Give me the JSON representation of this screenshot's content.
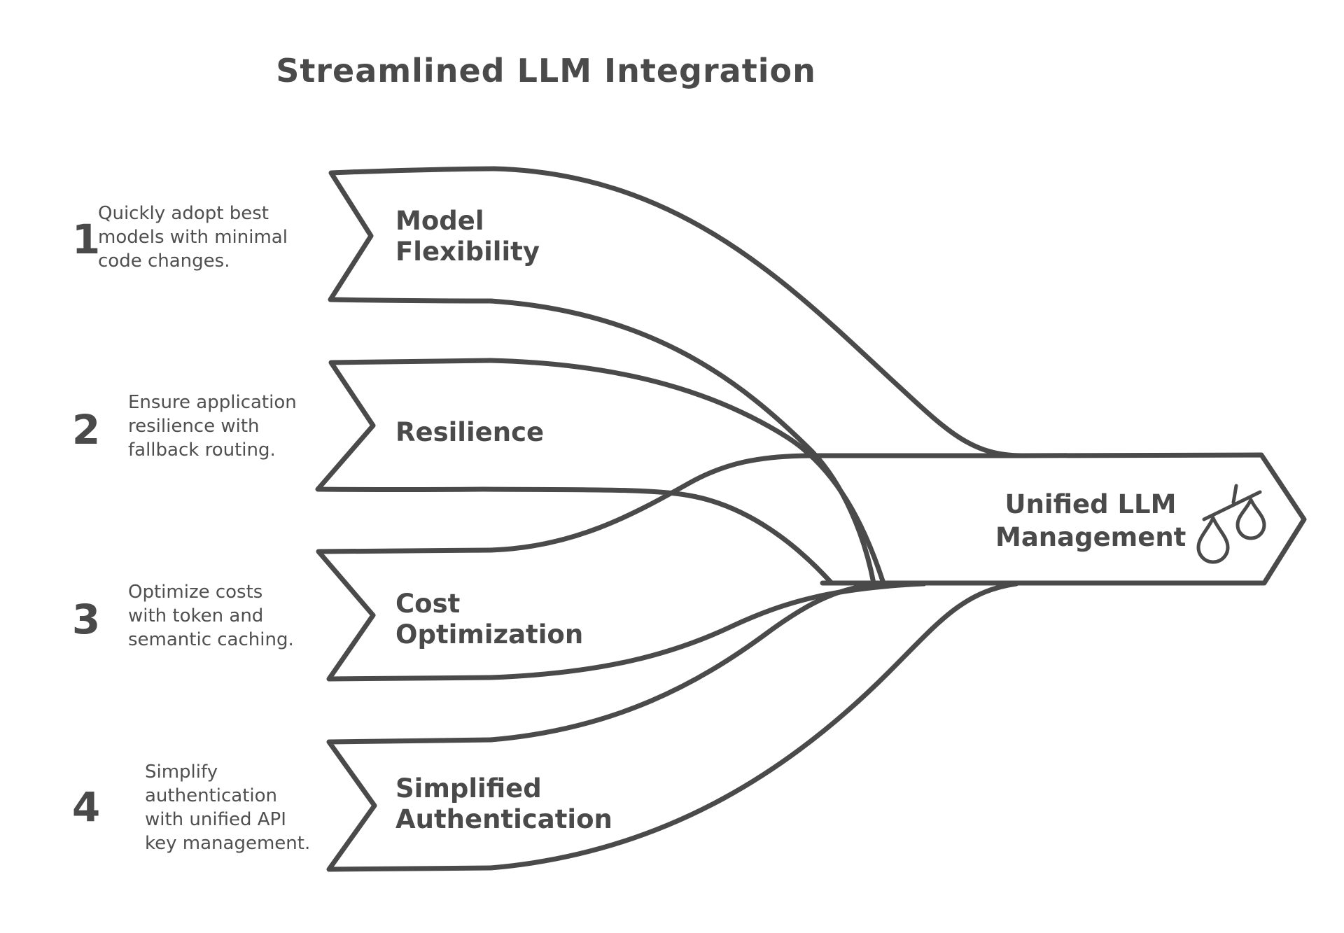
{
  "title": "Streamlined LLM Integration",
  "colors": {
    "ink": "#4a4a4a",
    "background": "#ffffff"
  },
  "steps": [
    {
      "number": "1",
      "banner_label_lines": [
        "Model",
        "Flexibility"
      ],
      "desc_lines": [
        "Quickly adopt best",
        "models with minimal",
        "code changes."
      ]
    },
    {
      "number": "2",
      "banner_label_lines": [
        "Resilience"
      ],
      "desc_lines": [
        "Ensure application",
        "resilience with",
        "fallback routing."
      ]
    },
    {
      "number": "3",
      "banner_label_lines": [
        "Cost",
        "Optimization"
      ],
      "desc_lines": [
        "Optimize costs",
        "with token and",
        "semantic caching."
      ]
    },
    {
      "number": "4",
      "banner_label_lines": [
        "Simplified",
        "Authentication"
      ],
      "desc_lines": [
        "Simplify",
        "authentication",
        "with unified API",
        "key management."
      ]
    }
  ],
  "result": {
    "label_lines": [
      "Unified LLM",
      "Management"
    ],
    "icon": "scales-icon"
  }
}
